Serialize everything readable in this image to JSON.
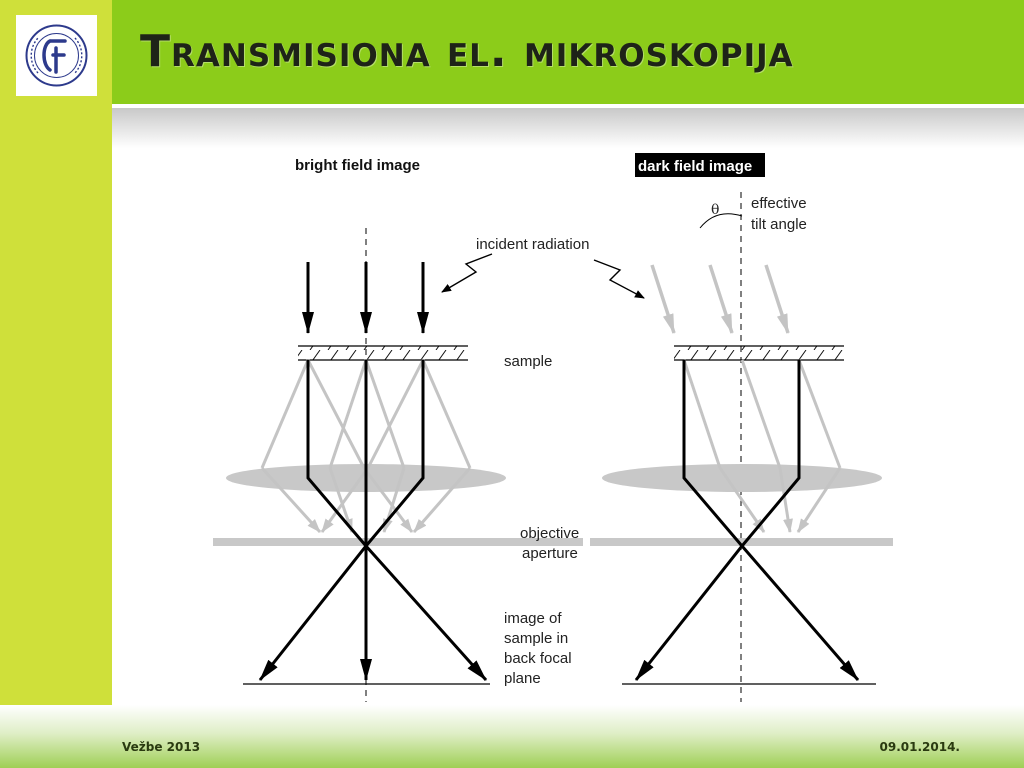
{
  "slide": {
    "title": "Transmisiona el. mikroskopija",
    "footer_left": "Vežbe 2013",
    "footer_right": "09.01.2014.",
    "logo_text": "FTN NOVI SAD"
  },
  "diagram": {
    "bright_title": "bright field image",
    "dark_title": "dark field image",
    "incident": "incident radiation",
    "sample": "sample",
    "objective_1": "objective",
    "objective_2": "aperture",
    "image_1": "image of",
    "image_2": "sample in",
    "image_3": "back focal",
    "image_4": "plane",
    "theta": "θ",
    "tilt_1": "effective",
    "tilt_2": "tilt angle"
  },
  "colors": {
    "header_green": "#8ccc1a",
    "side_green": "#cfe03a",
    "gray_rays": "#c4c4c4",
    "lens_gray": "#c8c8c8"
  }
}
